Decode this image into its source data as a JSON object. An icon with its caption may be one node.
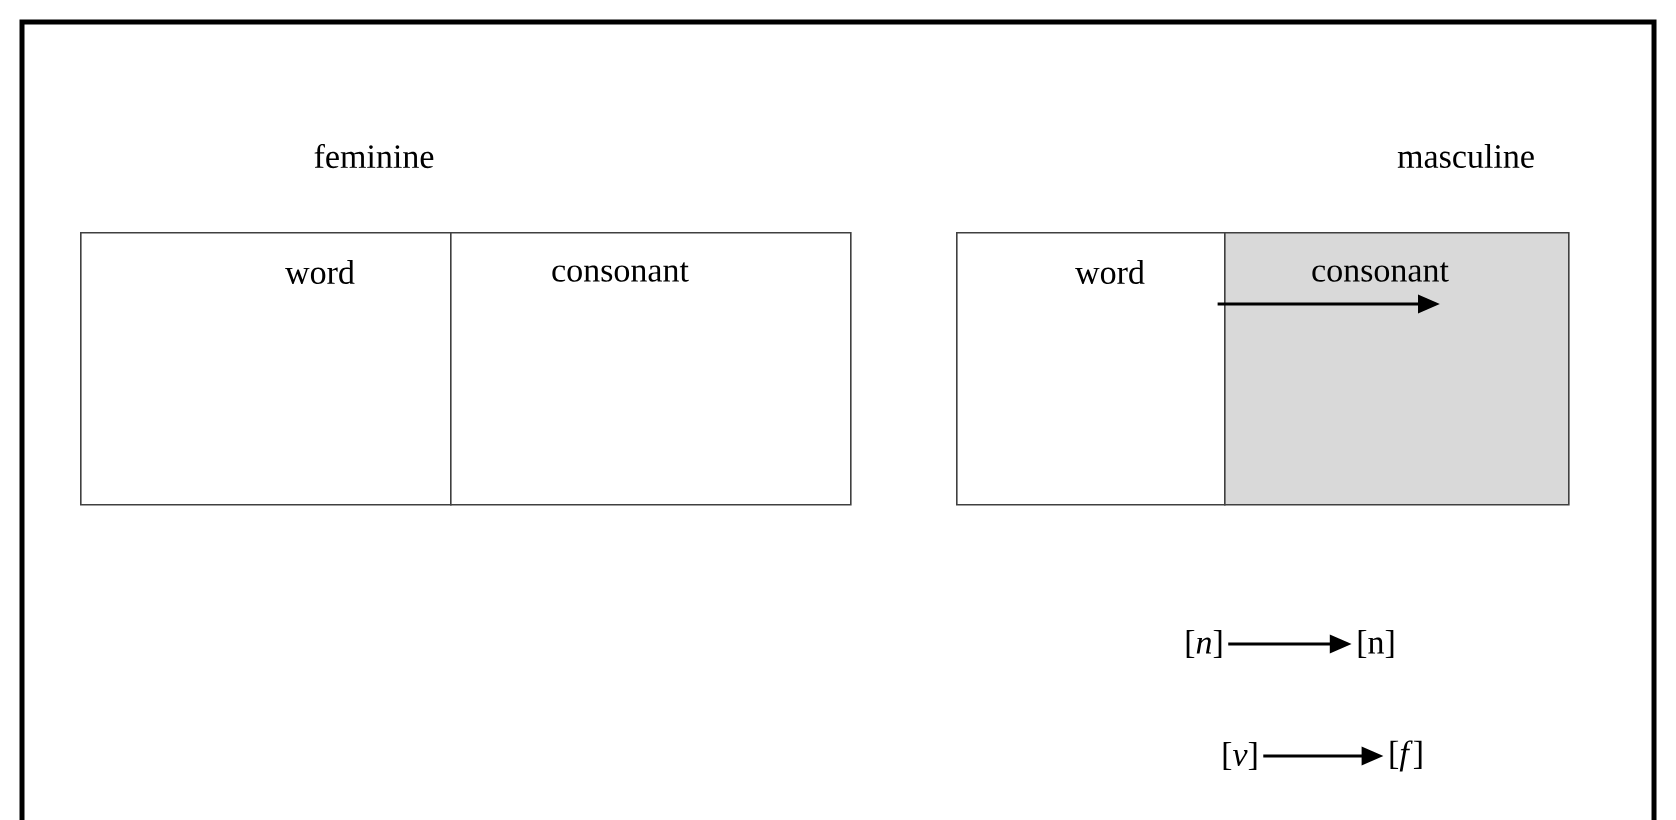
{
  "diagram": {
    "nodes": [
      {
        "text": [
          "word"
        ]
      },
      {
        "text": [
          "consonant"
        ]
      },
      {
        "text": [
          "word"
        ]
      },
      {
        "text": [
          "consonant"
        ]
      },
      {
        "text": [
          "[*n*]"
        ]
      },
      {
        "text": [
          "[n]"
        ]
      },
      {
        "text": [
          "[*v*]"
        ]
      },
      {
        "text": [
          "[*f*]"
        ]
      }
    ],
    "edges": [
      {
        "from": 2,
        "to": 3,
        "arrow": "to"
      },
      {
        "from": 4,
        "to": 5,
        "arrow": "to"
      },
      {
        "from": 6,
        "to": 7,
        "arrow": "to"
      }
    ],
    "labels": [
      "feminine",
      "masculine"
    ]
  }
}
